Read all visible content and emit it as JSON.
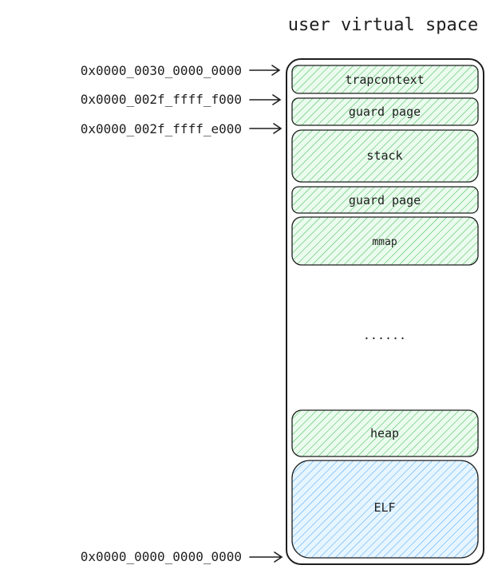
{
  "title": "user virtual space",
  "addresses": [
    "0x0000_0030_0000_0000",
    "0x0000_002f_ffff_f000",
    "0x0000_002f_ffff_e000",
    "0x0000_0000_0000_0000"
  ],
  "regions": [
    {
      "label": "trapcontext",
      "fill": "green"
    },
    {
      "label": "guard page",
      "fill": "green"
    },
    {
      "label": "stack",
      "fill": "green"
    },
    {
      "label": "guard page",
      "fill": "green"
    },
    {
      "label": "mmap",
      "fill": "green"
    },
    {
      "label": "......",
      "fill": "none"
    },
    {
      "label": "heap",
      "fill": "green"
    },
    {
      "label": "ELF",
      "fill": "blue"
    }
  ],
  "colors": {
    "green_hatch": "#40c057",
    "green_bg": "#ebfbee",
    "blue_hatch": "#4dabf7",
    "blue_bg": "#e7f5ff",
    "stroke": "#1e1e1e"
  }
}
